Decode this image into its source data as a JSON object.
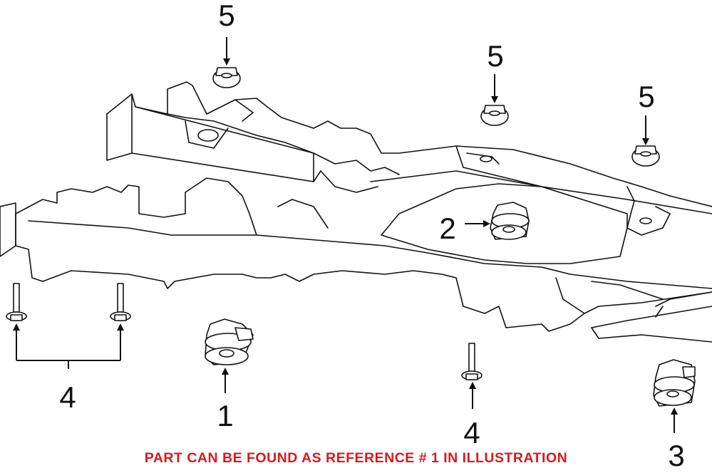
{
  "callouts": {
    "c1": "1",
    "c2": "2",
    "c3": "3",
    "c4_left": "4",
    "c4_right": "4",
    "c5_a": "5",
    "c5_b": "5",
    "c5_c": "5"
  },
  "notice": "PART CAN BE FOUND AS REFERENCE # 1 IN ILLUSTRATION",
  "colors": {
    "notice": "#d8191f",
    "lines": "#111111",
    "background": "#ffffff"
  }
}
